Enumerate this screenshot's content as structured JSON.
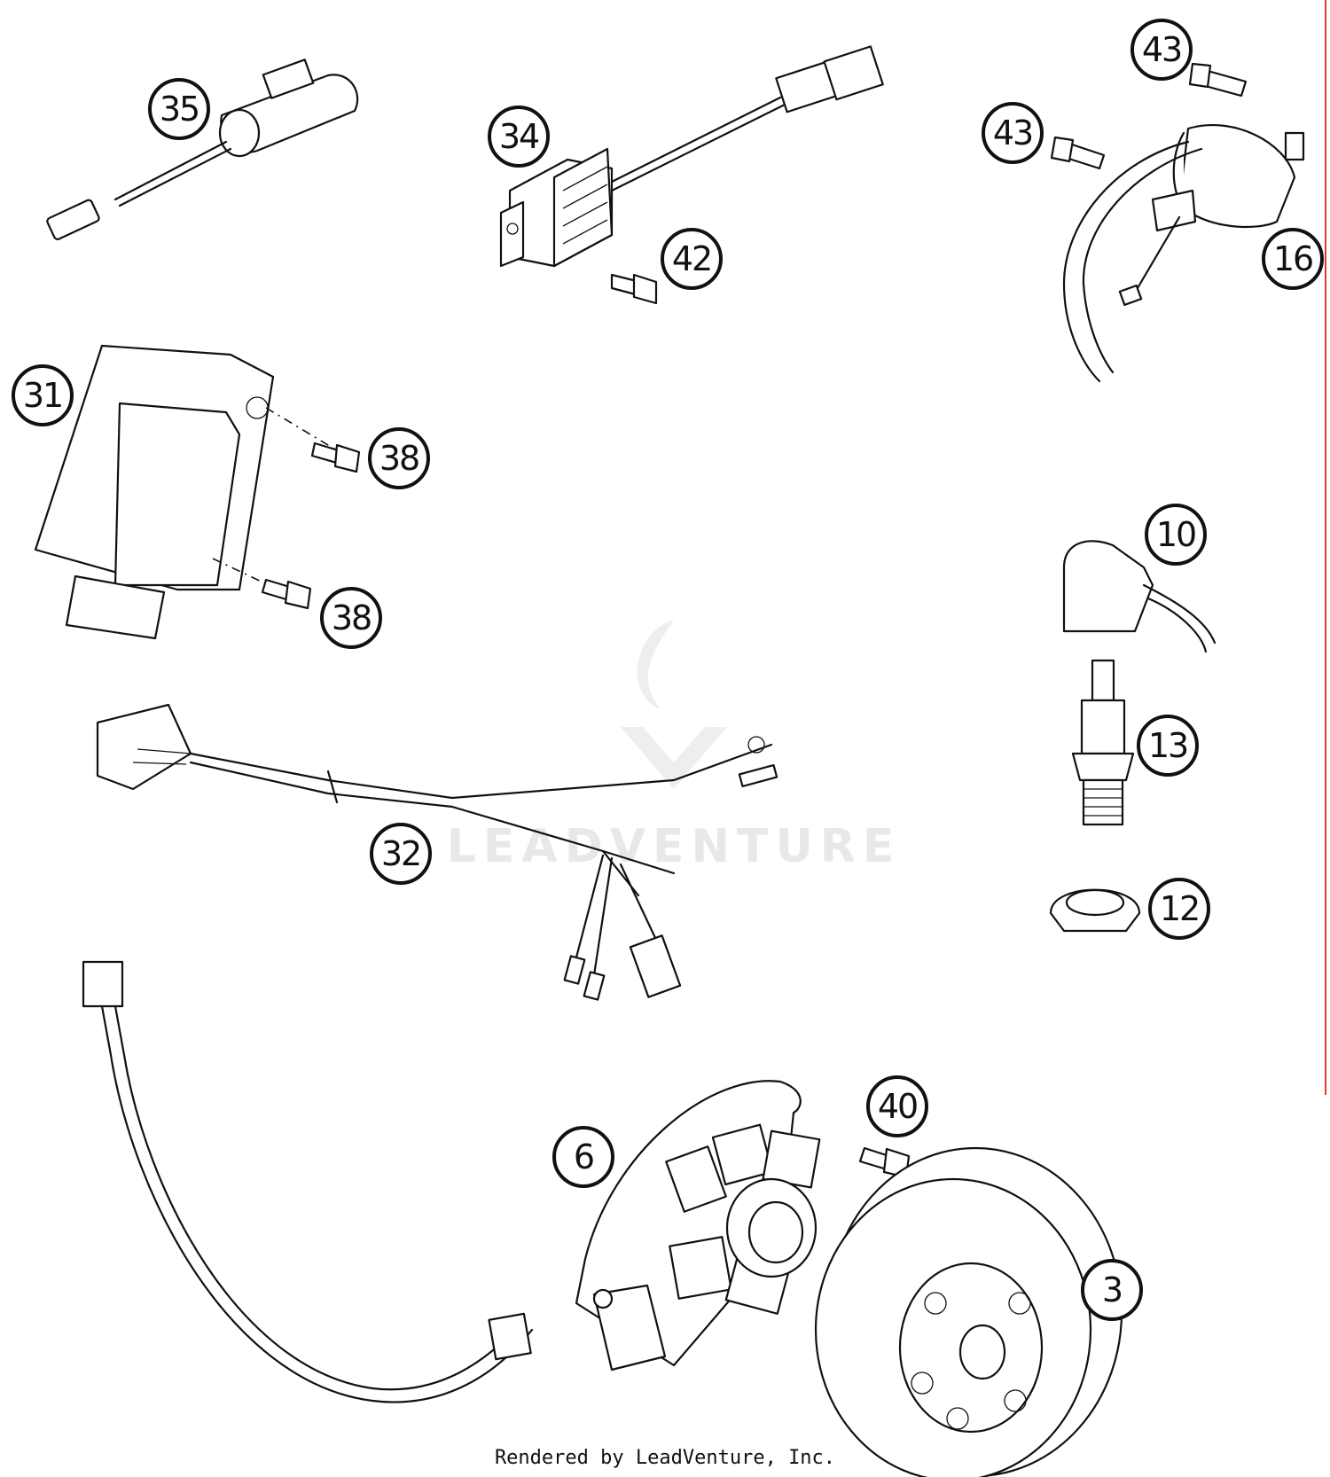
{
  "diagram": {
    "accent_color": "#e53935",
    "callouts": {
      "c3": "3",
      "c6": "6",
      "c10": "10",
      "c12": "12",
      "c13": "13",
      "c16": "16",
      "c31": "31",
      "c32": "32",
      "c34": "34",
      "c35": "35",
      "c38a": "38",
      "c38b": "38",
      "c40": "40",
      "c42": "42",
      "c43a": "43",
      "c43b": "43"
    },
    "watermark": "LEADVENTURE",
    "footer": "Rendered by LeadVenture, Inc."
  }
}
